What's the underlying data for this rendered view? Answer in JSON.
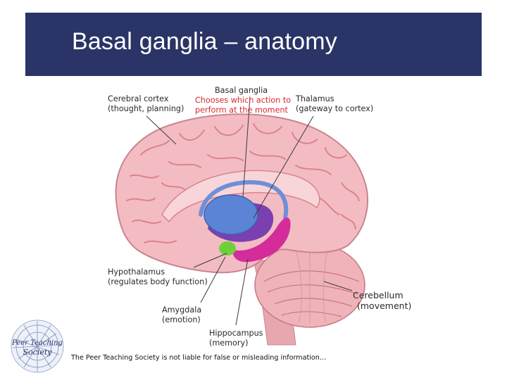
{
  "slide": {
    "title": "Basal ganglia – anatomy",
    "footer": "The Peer Teaching Society is not liable for false or misleading information…"
  },
  "diagram": {
    "labels": {
      "cerebral_cortex": {
        "name": "Cerebral cortex",
        "desc": "(thought, planning)"
      },
      "basal_ganglia": {
        "name": "Basal ganglia",
        "desc_line1": "Chooses which action to",
        "desc_line2": "perform at the moment"
      },
      "thalamus": {
        "name": "Thalamus",
        "desc": "(gateway to cortex)"
      },
      "hypothalamus": {
        "name": "Hypothalamus",
        "desc": "(regulates body function)"
      },
      "amygdala": {
        "name": "Amygdala",
        "desc": "(emotion)"
      },
      "hippocampus": {
        "name": "Hippocampus",
        "desc": "(memory)"
      },
      "cerebellum": {
        "name": "Cerebellum",
        "desc": "(movement)"
      }
    },
    "colors": {
      "brain": "#f3bcc2",
      "brain_fold": "#d9848e",
      "thalamus": "#5b84d6",
      "basal_ganglia": "#7a3fb0",
      "hippocampus": "#d42c9a",
      "amygdala": "#6fcf3a",
      "annotation_red": "#d8282f",
      "title_bar": "#2a3466"
    }
  },
  "logo": {
    "text_line1": "Peer Teaching",
    "text_line2": "Society"
  }
}
